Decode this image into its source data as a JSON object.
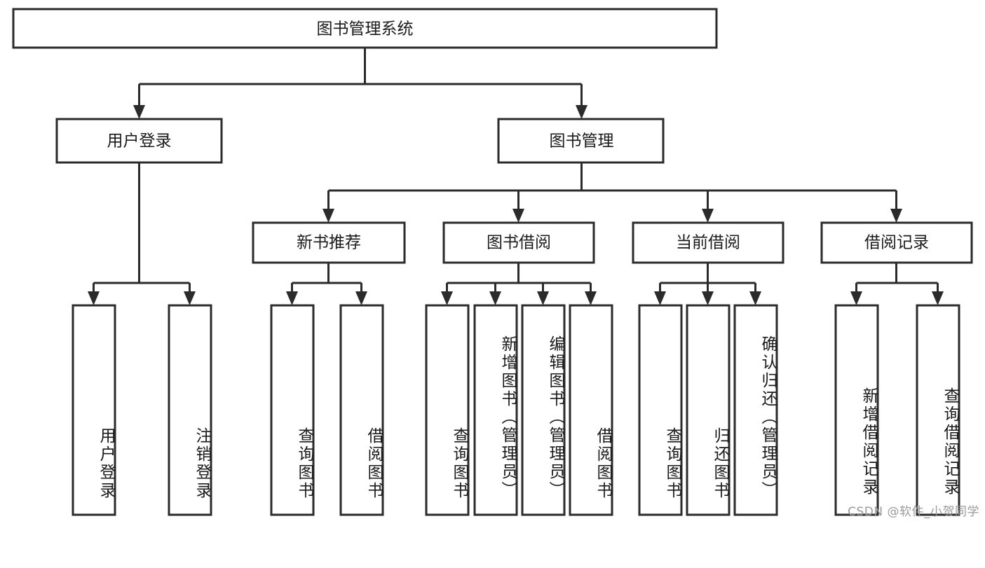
{
  "diagram": {
    "title": "图书管理系统",
    "type": "tree-hierarchy-chart",
    "orientation": "top-down",
    "colors": {
      "stroke": "#2b2b2b",
      "fill": "#ffffff",
      "text": "#1a1a1a",
      "background": "#ffffff",
      "watermark": "#9a9a9a"
    }
  },
  "root": {
    "label": "图书管理系统"
  },
  "level2": [
    {
      "label": "用户登录"
    },
    {
      "label": "图书管理"
    }
  ],
  "level3": [
    {
      "label": "新书推荐"
    },
    {
      "label": "图书借阅"
    },
    {
      "label": "当前借阅"
    },
    {
      "label": "借阅记录"
    }
  ],
  "leaves": {
    "user_login": [
      {
        "label": "用户登录"
      },
      {
        "label": "注销登录"
      }
    ],
    "new_book_recommend": [
      {
        "label": "查询图书"
      },
      {
        "label": "借阅图书"
      }
    ],
    "book_borrow": [
      {
        "label": "查询图书"
      },
      {
        "label": "新增图书（管理员）"
      },
      {
        "label": "编辑图书（管理员）"
      },
      {
        "label": "借阅图书"
      }
    ],
    "current_borrow": [
      {
        "label": "查询图书"
      },
      {
        "label": "归还图书"
      },
      {
        "label": "确认归还（管理员）"
      }
    ],
    "borrow_record": [
      {
        "label": "新增借阅记录"
      },
      {
        "label": "查询借阅记录"
      }
    ]
  },
  "watermark": {
    "text": "CSDN @软件_小贺同学"
  }
}
